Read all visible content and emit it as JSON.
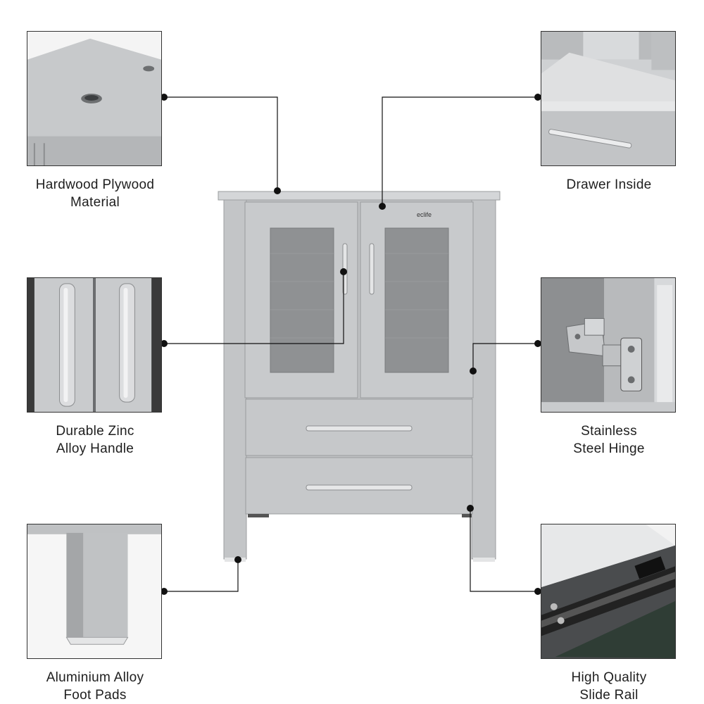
{
  "brand": {
    "logo_text": "eclife"
  },
  "colors": {
    "cabinet": "#c4c6c8",
    "cabinet_shadow": "#a9abad",
    "glass": "#8e9092",
    "handle": "#e2e3e4",
    "line": "#111111"
  },
  "features": [
    {
      "id": "top",
      "icon": "plywood-top-photo",
      "caption_lines": [
        "Hardwood Plywood",
        "Material"
      ]
    },
    {
      "id": "drawer",
      "icon": "drawer-inside-photo",
      "caption_lines": [
        "Drawer Inside"
      ]
    },
    {
      "id": "handle",
      "icon": "zinc-handle-photo",
      "caption_lines": [
        "Durable Zinc",
        "Alloy Handle"
      ]
    },
    {
      "id": "hinge",
      "icon": "steel-hinge-photo",
      "caption_lines": [
        "Stainless",
        "Steel Hinge"
      ]
    },
    {
      "id": "foot",
      "icon": "foot-pad-photo",
      "caption_lines": [
        "Aluminium Alloy",
        "Foot Pads"
      ]
    },
    {
      "id": "rail",
      "icon": "slide-rail-photo",
      "caption_lines": [
        "High Quality",
        "Slide Rail"
      ]
    }
  ]
}
